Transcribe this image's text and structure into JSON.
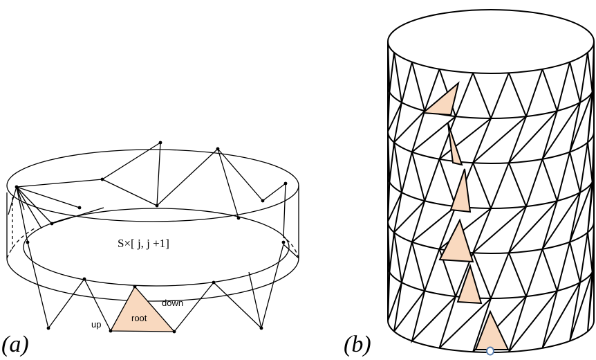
{
  "figure_a": {
    "caption": "(a)",
    "center_label": "S×[ j, j +1]",
    "face_labels": {
      "up": "up",
      "root": "root",
      "down": "down"
    }
  },
  "figure_b": {
    "caption": "(b)"
  },
  "colors": {
    "stroke": "#000000",
    "highlight_fill": "#f9d9bf",
    "marker": "#5a7fb0"
  }
}
